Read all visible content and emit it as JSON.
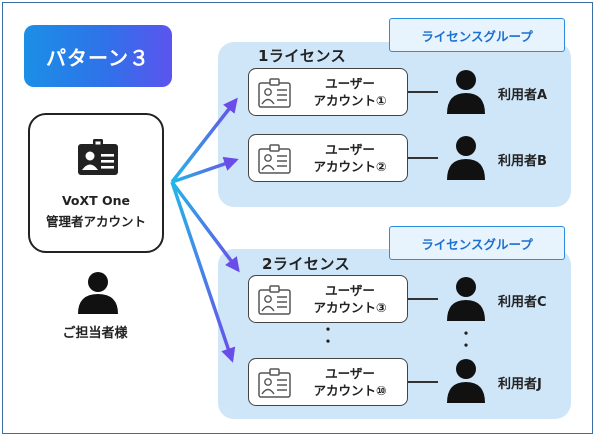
{
  "pattern": {
    "label": "パターン３"
  },
  "admin": {
    "line1": "VoXT One",
    "line2": "管理者アカウント"
  },
  "contact": {
    "label": "ご担当者様"
  },
  "groups": [
    {
      "tag": "ライセンスグループ",
      "license": "1ライセンス"
    },
    {
      "tag": "ライセンスグループ",
      "license": "2ライセンス"
    }
  ],
  "accounts": [
    {
      "line1": "ユーザー",
      "line2": "アカウント①",
      "user": "利用者A"
    },
    {
      "line1": "ユーザー",
      "line2": "アカウント②",
      "user": "利用者B"
    },
    {
      "line1": "ユーザー",
      "line2": "アカウント③",
      "user": "利用者C"
    },
    {
      "line1": "ユーザー",
      "line2": "アカウント⑩",
      "user": "利用者J"
    }
  ],
  "ellipsis": "・\n・",
  "colors": {
    "badge_start": "#1b8fe6",
    "badge_end": "#5b54ee",
    "panel": "#cfe6f8",
    "tag_border": "#2d8be0",
    "tag_text": "#1d6fd1",
    "arrow_start": "#22b7e8",
    "arrow_end": "#6a4de8"
  }
}
